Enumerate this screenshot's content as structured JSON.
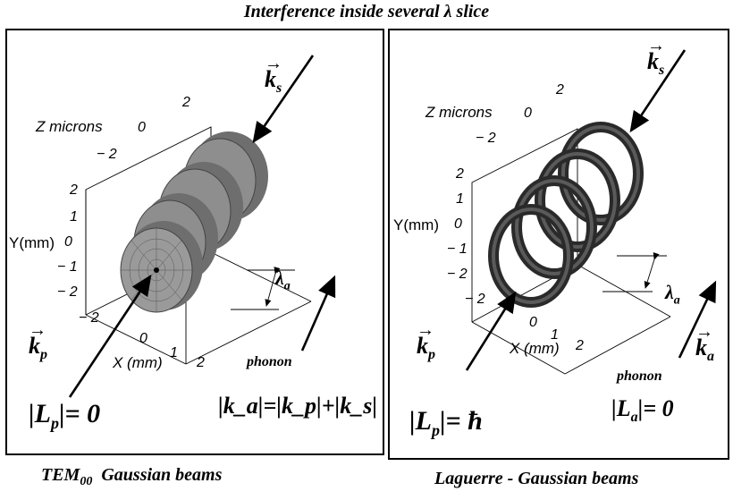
{
  "title": "Interference inside several λ slice",
  "left": {
    "caption_main": "TEM",
    "caption_sub": "00",
    "caption_rest": "Gaussian beams",
    "z_axis_label": "Z microns",
    "y_axis_label": "Y(mm)",
    "x_axis_label": "X (mm)",
    "z_ticks": [
      "2",
      "0",
      "− 2"
    ],
    "y_ticks": [
      "2",
      "1",
      "0",
      "− 1",
      "− 2"
    ],
    "x_ticks": [
      "− 2",
      "0",
      "1",
      "2"
    ],
    "ks": "k",
    "ks_sub": "s",
    "kp": "k",
    "kp_sub": "p",
    "lambda": "λ",
    "lambda_sub": "a",
    "phonon": "phonon",
    "Lp_eq": "|L",
    "Lp_sub": "p",
    "Lp_value": "|= 0",
    "ka_eq": "|k_a|=|k_p|+|k_s|"
  },
  "right": {
    "caption": "Laguerre - Gaussian beams",
    "z_axis_label": "Z microns",
    "y_axis_label": "Y(mm)",
    "x_axis_label": "X (mm)",
    "z_ticks": [
      "2",
      "0",
      "− 2"
    ],
    "y_ticks": [
      "2",
      "1",
      "0",
      "− 1",
      "− 2"
    ],
    "x_ticks": [
      "− 2",
      "0",
      "1",
      "2"
    ],
    "ks": "k",
    "ks_sub": "s",
    "kp": "k",
    "kp_sub": "p",
    "ka": "k",
    "ka_sub": "a",
    "lambda": "λ",
    "lambda_sub": "a",
    "phonon": "phonon",
    "Lp_eq": "|L",
    "Lp_sub": "p",
    "Lp_value": "|= ħ",
    "La_eq": "|L",
    "La_sub": "a",
    "La_value": "|= 0"
  },
  "colors": {
    "disk_fill": "#8c8c8c",
    "disk_dark": "#3c3c3c",
    "ring": "#2a2a2a",
    "frame": "#000000"
  }
}
